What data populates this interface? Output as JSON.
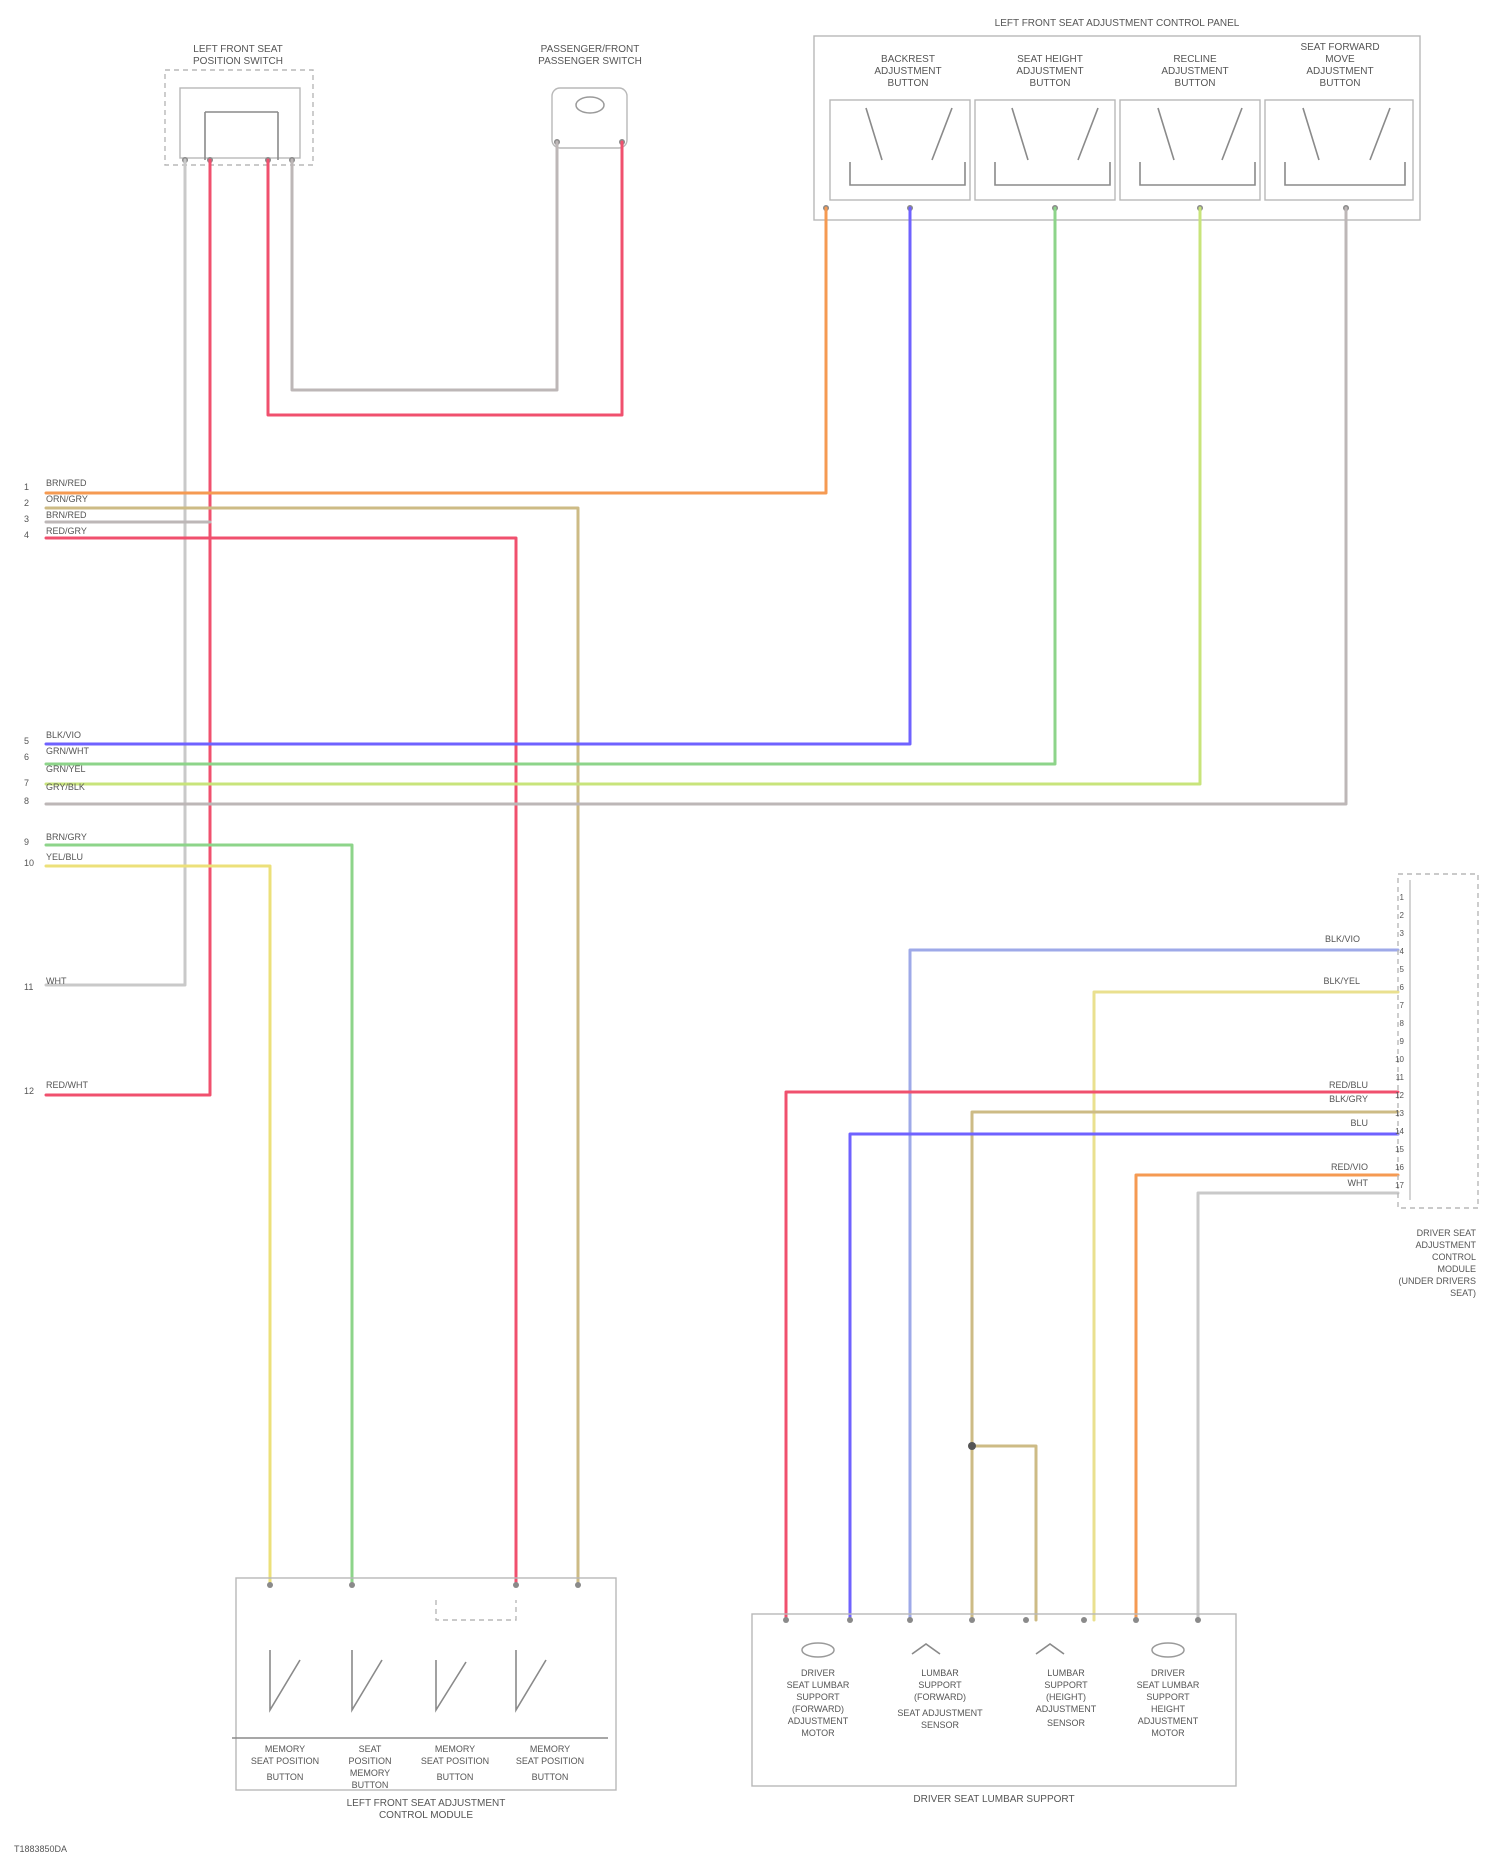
{
  "colors": {
    "white": "#c9c9c9",
    "red": "#f0506e",
    "orange": "#f59a52",
    "tan": "#cdbb85",
    "blue": "#6f62ff",
    "green": "#8dd48a",
    "lime": "#c8e47b",
    "gray": "#bdb7b7",
    "yellow": "#ece07a",
    "bluegray": "#9ea9e8",
    "lightyellow": "#eae08f"
  },
  "labels": {
    "memory_switch": [
      "LEFT FRONT SEAT",
      "POSITION SWITCH"
    ],
    "passenger_switch": [
      "PASSENGER/FRONT",
      "PASSENGER SWITCH"
    ],
    "ctrl_panel_top": "LEFT FRONT SEAT ADJUSTMENT CONTROL PANEL",
    "top_btn_1": [
      "BACKREST",
      "ADJUSTMENT",
      "BUTTON"
    ],
    "top_btn_2": [
      "SEAT HEIGHT",
      "ADJUSTMENT",
      "BUTTON"
    ],
    "top_btn_3": [
      "RECLINE",
      "ADJUSTMENT",
      "BUTTON"
    ],
    "top_btn_4": [
      "SEAT FORWARD",
      "MOVE",
      "ADJUSTMENT",
      "BUTTON"
    ],
    "right_module": [
      "DRIVER SEAT",
      "ADJUSTMENT",
      "CONTROL",
      "MODULE",
      "(UNDER DRIVERS",
      "SEAT)"
    ],
    "bottom_left_panel": [
      "LEFT FRONT SEAT ADJUSTMENT",
      "CONTROL MODULE"
    ],
    "bl_btn_1": [
      "MEMORY",
      "SEAT POSITION",
      "BUTTON"
    ],
    "bl_btn_2": [
      "SEAT",
      "POSITION",
      "MEMORY",
      "BUTTON"
    ],
    "bl_btn_3": [
      "MEMORY",
      "SEAT POSITION",
      "BUTTON"
    ],
    "bl_btn_4": [
      "MEMORY",
      "SEAT POSITION",
      "BUTTON"
    ],
    "lumbar_box": "DRIVER SEAT LUMBAR SUPPORT",
    "lumbar_1": [
      "DRIVER",
      "SEAT LUMBAR",
      "SUPPORT",
      "(FORWARD)",
      "ADJUSTMENT",
      "MOTOR"
    ],
    "lumbar_2": [
      "LUMBAR",
      "SUPPORT",
      "(FORWARD)",
      "SEAT ADJUSTMENT",
      "SENSOR"
    ],
    "lumbar_3": [
      "LUMBAR",
      "SUPPORT",
      "(HEIGHT)",
      "ADJUSTMENT",
      "SENSOR"
    ],
    "lumbar_4": [
      "DRIVER",
      "SEAT LUMBAR",
      "SUPPORT",
      "HEIGHT",
      "ADJUSTMENT",
      "MOTOR"
    ],
    "footer": "T1883850DA"
  },
  "wire_labels": {
    "left_1": "BRN/RED",
    "left_2": "ORN/GRY",
    "left_3": "BRN/RED",
    "left_4": "RED/GRY",
    "left_5": "BLK/VIO",
    "left_6": "GRN/WHT",
    "left_7": "GRN/YEL",
    "left_8": "GRY/BLK",
    "left_9": "BRN/GRY",
    "left_10": "YEL/BLU",
    "left_11": "WHT",
    "left_12": "RED/WHT",
    "rm_1": "BLK/VIO",
    "rm_2": "BLK/YEL",
    "rm_3": "RED/BLU",
    "rm_4": "BLK/GRY",
    "rm_5": "BLU",
    "rm_6": "RED/VIO",
    "rm_7": "WHT"
  },
  "pins": {
    "left": [
      "1",
      "2",
      "3",
      "4",
      "5",
      "6",
      "7",
      "8",
      "9",
      "10",
      "11",
      "12"
    ],
    "right_module": [
      "1",
      "2",
      "3",
      "4",
      "5",
      "6",
      "7",
      "8",
      "9",
      "10",
      "11",
      "12",
      "13",
      "14",
      "15",
      "16",
      "17"
    ]
  }
}
